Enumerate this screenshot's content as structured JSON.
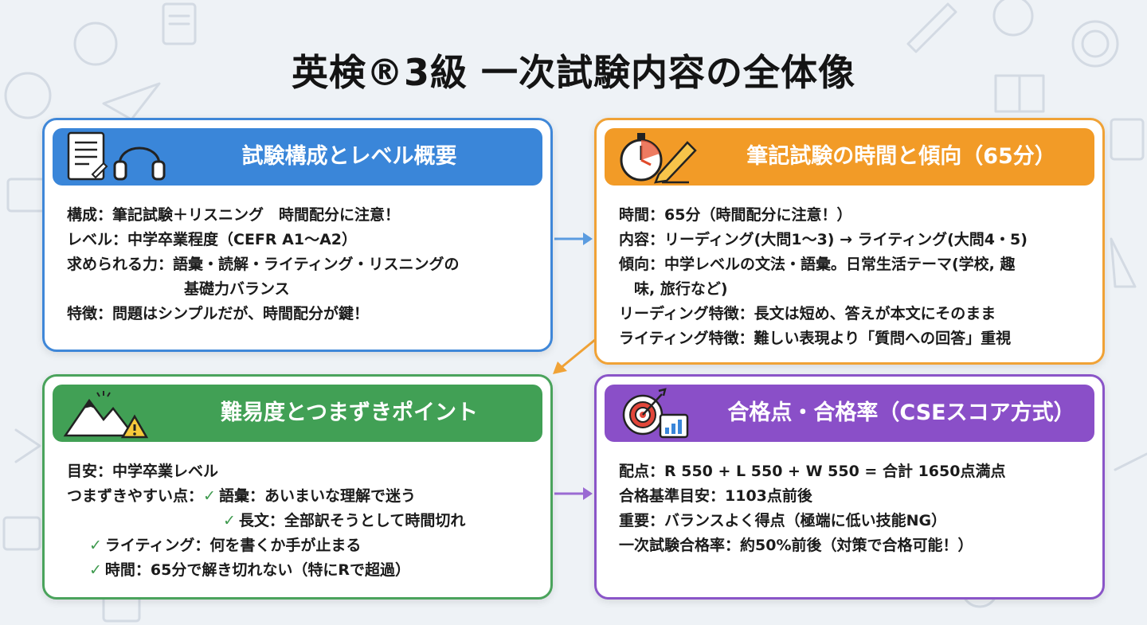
{
  "title": "英検®3級 一次試験内容の全体像",
  "colors": {
    "blue": "#3a86d9",
    "orange": "#f29b27",
    "green": "#41a055",
    "purple": "#8a4fc8",
    "check": "#3e9a4e"
  },
  "cards": {
    "structure": {
      "icon": [
        "document-icon",
        "headphones-icon"
      ],
      "title": "試験構成とレベル概要",
      "lines": [
        "構成：筆記試験＋リスニング　時間配分に注意！",
        "レベル：中学卒業程度（CEFR A1〜A2）",
        "求められる力：語彙・読解・ライティング・リスニングの",
        "基礎力バランス",
        "特徴：問題はシンプルだが、時間配分が鍵！"
      ]
    },
    "writing_time": {
      "icon": [
        "stopwatch-icon",
        "pencil-icon"
      ],
      "title": "筆記試験の時間と傾向（65分）",
      "lines": [
        "時間：65分（時間配分に注意！）",
        "内容：リーディング(大問1〜3) → ライティング(大問4・5)",
        "傾向：中学レベルの文法・語彙。日常生活テーマ(学校, 趣",
        "味, 旅行など)",
        "リーディング特徴：長文は短め、答えが本文にそのまま",
        "ライティング特徴：難しい表現より「質問への回答」重視"
      ]
    },
    "difficulty": {
      "icon": [
        "mountain-warning-icon"
      ],
      "title": "難易度とつまずきポイント",
      "lines": [
        "目安：中学卒業レベル",
        "つまずきやすい点：",
        "語彙：あいまいな理解で迷う",
        "長文：全部訳そうとして時間切れ",
        "ライティング：何を書くか手が止まる",
        "時間：65分で解き切れない（特にRで超過）"
      ]
    },
    "passing": {
      "icon": [
        "target-chart-icon"
      ],
      "title": "合格点・合格率（CSEスコア方式）",
      "lines": [
        "配点：R 550 + L 550 + W 550 = 合計 1650点満点",
        "合格基準目安：1103点前後",
        "重要：バランスよく得点（極端に低い技能NG）",
        "一次試験合格率：約50%前後（対策で合格可能！）"
      ]
    }
  },
  "check_mark": "✓"
}
